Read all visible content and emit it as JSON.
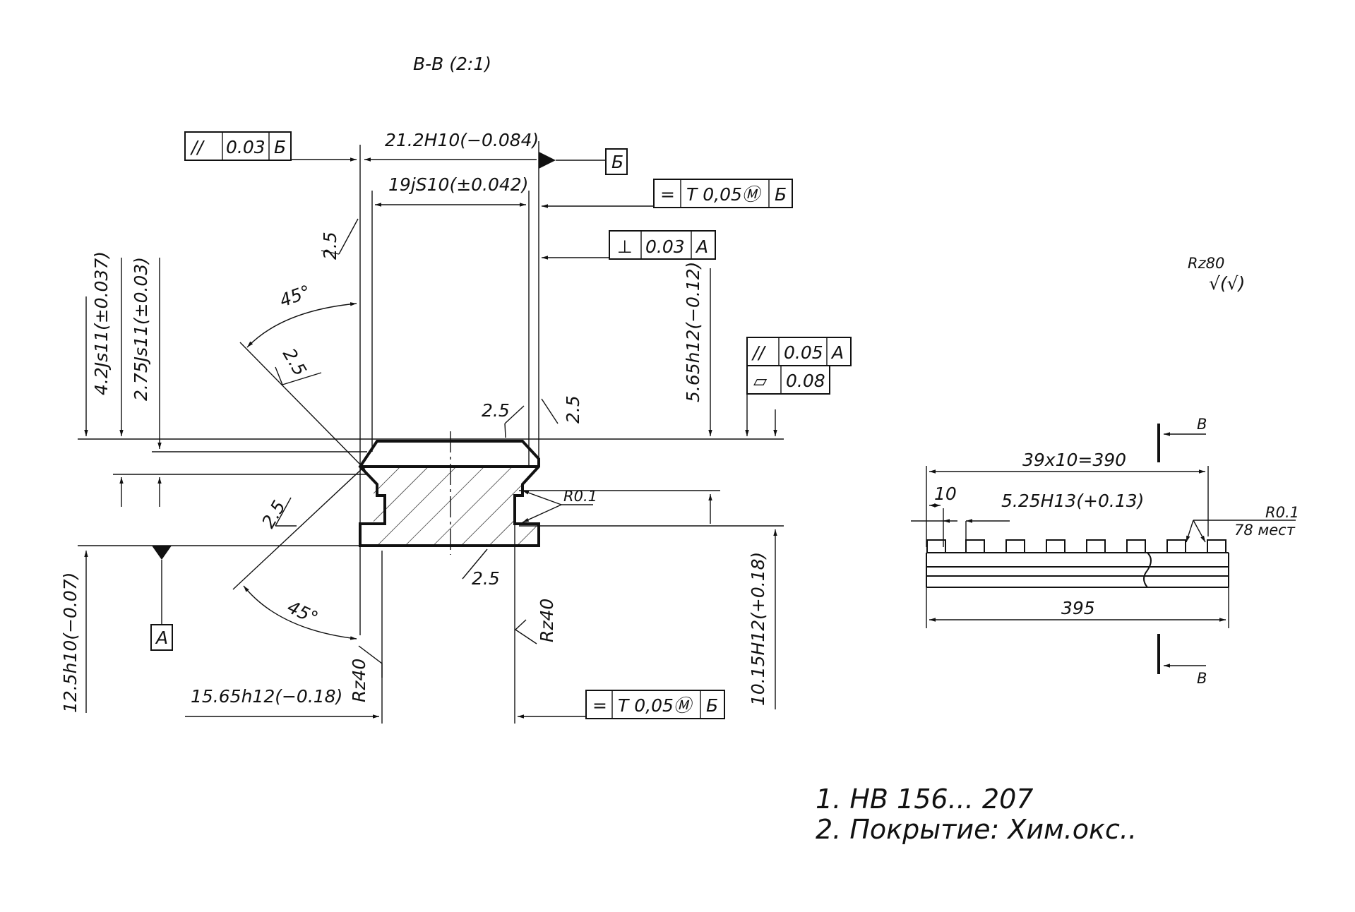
{
  "section_title": "В-В (2:1)",
  "dimensions": {
    "width_21_2": "21.2H10(−0.084)",
    "width_19": "19jS10(±0.042)",
    "height_4_2": "4.2Js11(±0.037)",
    "height_2_75": "2.75Js11(±0.03)",
    "height_5_65": "5.65h12(−0.12)",
    "height_12_5": "12.5h10(−0.07)",
    "width_15_65": "15.65h12(−0.18)",
    "height_10_15": "10.15H12(+0.18)",
    "chamfer_2_5": "2.5",
    "angle_45": "45°",
    "radius_r01": "R0.1",
    "pitch": "39x10=390",
    "pitch_unit": "10",
    "slot_width": "5.25H13(+0.13)",
    "overall_length": "395",
    "radius_r01_note": "R0.1",
    "places": "78 мест"
  },
  "roughness": {
    "rz40": "Rz40",
    "general": "Rz80",
    "general_symbol": "√(√)"
  },
  "tolerance_frames": {
    "parallel_top": {
      "symbol": "//",
      "value": "0.03",
      "datum": "Б"
    },
    "symmetry_top": {
      "symbol": "=",
      "value": "T 0,05Ⓜ",
      "datum": "Б"
    },
    "perpendicular": {
      "symbol": "⊥",
      "value": "0.03",
      "datum": "A"
    },
    "parallel_right": {
      "symbol": "//",
      "value": "0.05",
      "datum": "A"
    },
    "flatness": {
      "symbol": "▱",
      "value": "0.08"
    },
    "symmetry_bottom": {
      "symbol": "=",
      "value": "T 0,05Ⓜ",
      "datum": "Б"
    }
  },
  "datums": {
    "b": "Б",
    "a": "A"
  },
  "section_marks": {
    "top": "В",
    "bottom": "В"
  },
  "notes": [
    "1. НВ 156... 207",
    "2. Покрытие: Хим.окс.."
  ]
}
